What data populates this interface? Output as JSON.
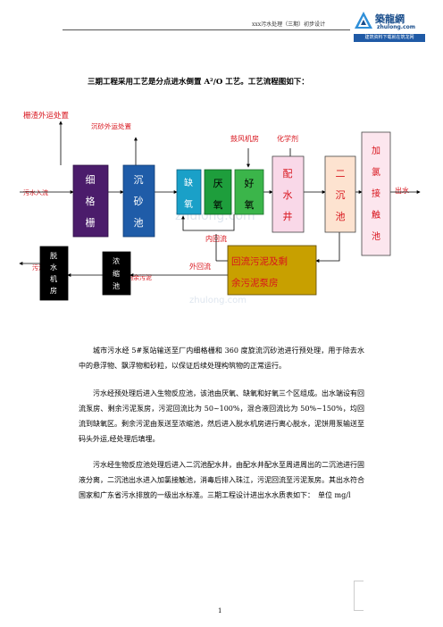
{
  "header": {
    "text": "xxx污水处理（三期）初步设计"
  },
  "logo": {
    "name_cn": "築龍網",
    "url": "zhulong.com",
    "slogan": "建筑资料下载就在筑龙网"
  },
  "title": "三期工程采用工艺是分点进水倒置 A²/O 工艺。工艺流程图如下：",
  "diagram": {
    "labels": {
      "screenings": "栅渣外运处置",
      "grit_disposal": "沉砂外运处置",
      "influent": "污水入流",
      "blower": "鼓风机房",
      "chemicals": "化学剂",
      "effluent": "出水",
      "internal_return": "内回流",
      "external_return": "外回流",
      "excess_sludge": "剩余污泥",
      "sludge_water": "污泥",
      "watermark": "zhulong.com"
    },
    "boxes": {
      "screen": [
        "细",
        "格",
        "栅"
      ],
      "grit": [
        "沉",
        "砂",
        "池"
      ],
      "anoxic": [
        "缺",
        "氧"
      ],
      "anaerobic": [
        "厌",
        "氧"
      ],
      "aerobic": [
        "好",
        "氧"
      ],
      "distribution": [
        "配",
        "水",
        "井"
      ],
      "clarifier": [
        "二",
        "沉",
        "池"
      ],
      "chlorine": [
        "加",
        "氯",
        "接",
        "触",
        "池"
      ],
      "pump_house": [
        "回流污泥及剩",
        "余污泥泵房"
      ],
      "thickener": [
        "浓",
        "缩",
        "池"
      ],
      "dewatering": [
        "脱",
        "水",
        "机",
        "房"
      ]
    },
    "colors": {
      "screen": "#4b1c6b",
      "grit": "#1f5ca8",
      "anoxic": "#1aa0c8",
      "anaerobic": "#1e9e3c",
      "aerobic": "#3bb54a",
      "distribution": "#f9d8e8",
      "clarifier": "#fde3d0",
      "chlorine": "#fce6ee",
      "pump_house": "#c8a000",
      "thickener": "#000000",
      "dewatering": "#000000",
      "red_text": "#d8141c"
    }
  },
  "paragraphs": [
    "城市污水经 5#泵站输送至厂内细格栅和 360 度旋流沉砂池进行预处理，用于除去水中的悬浮物、飘浮物和砂粒，以保证后续处理构筑物的正常运行。",
    "污水经预处理后进入生物反应池，该池由厌氧、缺氧和好氧三个区组成。出水端设有回流泵房、剩余污泥泵房，污泥回流比为 50~100%，混合液回流比为 50%~150%，均回流到缺氧区。剩余污泥由泵送至浓缩池，然后进入脱水机房进行离心脱水，泥饼用泵输送至码头外运,经处理后填埋。",
    "污水经生物反应池处理后进入二沉池配水井，由配水井配水至周进周出的二沉池进行固液分离，二沉池出水进入加氯接触池，消毒后排入珠江，污泥回流至污泥泵房。其出水符合国家和广东省污水排放的一级出水标准。三期工程设计进出水水质表如下：　单位 mg/l"
  ],
  "page_number": "1"
}
